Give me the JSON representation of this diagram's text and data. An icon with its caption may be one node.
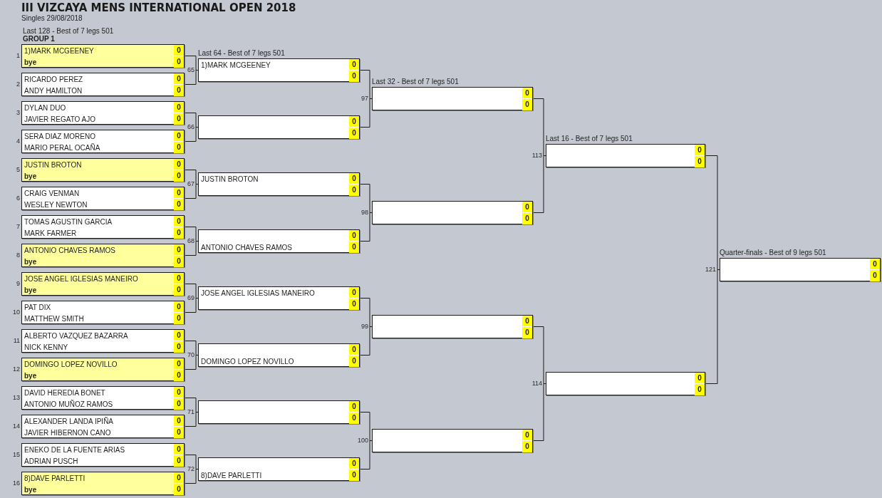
{
  "diagram": {
    "title": "III VIZCAYA MENS INTERNATIONAL OPEN 2018",
    "nodes": [
      {
        "text": [
          "1)MARK MCGEENEY",
          "0",
          "bye",
          "0"
        ],
        "beside": [
          "1"
        ]
      },
      {
        "text": [
          "RICARDO PEREZ",
          "0",
          "ANDY HAMILTON",
          "0"
        ],
        "beside": [
          "2"
        ]
      },
      {
        "text": [
          "DYLAN DUO",
          "0",
          "JAVIER REGATO AJO",
          "0"
        ],
        "beside": [
          "3"
        ]
      },
      {
        "text": [
          "SERA DIAZ MORENO",
          "0",
          "MARIO PERAL OCAÑA",
          "0"
        ],
        "beside": [
          "4"
        ]
      },
      {
        "text": [
          "JUSTIN BROTON",
          "0",
          "bye",
          "0"
        ],
        "beside": [
          "5"
        ]
      },
      {
        "text": [
          "CRAIG VENMAN",
          "0",
          "WESLEY NEWTON",
          "0"
        ],
        "beside": [
          "6"
        ]
      },
      {
        "text": [
          "TOMAS AGUSTIN GARCIA",
          "0",
          "MARK FARMER",
          "0"
        ],
        "beside": [
          "7"
        ]
      },
      {
        "text": [
          "ANTONIO CHAVES RAMOS",
          "0",
          "bye",
          "0"
        ],
        "beside": [
          "8"
        ]
      },
      {
        "text": [
          "JOSE ANGEL IGLESIAS MANEIRO",
          "0",
          "bye",
          "0"
        ],
        "beside": [
          "9"
        ]
      },
      {
        "text": [
          "PAT DIX",
          "0",
          "MATTHEW SMITH",
          "0"
        ],
        "beside": [
          "10"
        ]
      },
      {
        "text": [
          "ALBERTO VAZQUEZ BAZARRA",
          "0",
          "NICK KENNY",
          "0"
        ],
        "beside": [
          "11"
        ]
      },
      {
        "text": [
          "DOMINGO LOPEZ NOVILLO",
          "0",
          "bye",
          "0"
        ],
        "beside": [
          "12"
        ]
      },
      {
        "text": [
          "DAVID HEREDIA BONET",
          "0",
          "ANTONIO MUÑOZ RAMOS",
          "0"
        ],
        "beside": [
          "13"
        ]
      },
      {
        "text": [
          "ALEXANDER LANDA IPIÑA",
          "0",
          "JAVIER HIBERNON CANO",
          "0"
        ],
        "beside": [
          "14"
        ]
      },
      {
        "text": [
          "ENEKO DE LA FUENTE ARIAS",
          "0",
          "ADRIAN PUSCH",
          "0"
        ],
        "beside": [
          "15"
        ]
      },
      {
        "text": [
          "8)DAVE PARLETTI",
          "0",
          "bye",
          "0"
        ],
        "beside": [
          "16"
        ]
      },
      {
        "text": [
          "1)MARK MCGEENEY",
          "0",
          "0"
        ],
        "beside": [
          "65"
        ]
      },
      {
        "text": [
          "0",
          "0"
        ],
        "beside": [
          "66"
        ]
      },
      {
        "text": [
          "JUSTIN BROTON",
          "0",
          "0"
        ],
        "beside": [
          "67"
        ]
      },
      {
        "text": [
          "0",
          "ANTONIO CHAVES RAMOS",
          "0"
        ],
        "beside": [
          "68"
        ]
      },
      {
        "text": [
          "JOSE ANGEL IGLESIAS MANEIRO",
          "0",
          "0"
        ],
        "beside": [
          "69"
        ]
      },
      {
        "text": [
          "0",
          "DOMINGO LOPEZ NOVILLO",
          "0"
        ],
        "beside": [
          "70"
        ]
      },
      {
        "text": [
          "0",
          "0"
        ],
        "beside": [
          "71"
        ]
      },
      {
        "text": [
          "0",
          "8)DAVE PARLETTI",
          "0"
        ],
        "beside": [
          "72"
        ]
      },
      {
        "text": [
          "0",
          "0"
        ],
        "beside": [
          "97"
        ]
      },
      {
        "text": [
          "0",
          "0"
        ],
        "beside": [
          "98"
        ]
      },
      {
        "text": [
          "0",
          "0"
        ],
        "beside": [
          "99"
        ]
      },
      {
        "text": [
          "0",
          "0"
        ],
        "beside": [
          "100"
        ]
      },
      {
        "text": [
          "0",
          "0"
        ],
        "beside": [
          "113"
        ]
      },
      {
        "text": [
          "0",
          "0"
        ],
        "beside": [
          "114"
        ]
      },
      {
        "text": [
          "0",
          "0"
        ],
        "beside": [
          "121"
        ]
      }
    ],
    "edges": [
      {
        "from": 0,
        "to": 16,
        "arrow": "none"
      },
      {
        "from": 1,
        "to": 16,
        "arrow": "none"
      },
      {
        "from": 2,
        "to": 17,
        "arrow": "none"
      },
      {
        "from": 3,
        "to": 17,
        "arrow": "none"
      },
      {
        "from": 4,
        "to": 18,
        "arrow": "none"
      },
      {
        "from": 5,
        "to": 18,
        "arrow": "none"
      },
      {
        "from": 6,
        "to": 19,
        "arrow": "none"
      },
      {
        "from": 7,
        "to": 19,
        "arrow": "none"
      },
      {
        "from": 8,
        "to": 20,
        "arrow": "none"
      },
      {
        "from": 9,
        "to": 20,
        "arrow": "none"
      },
      {
        "from": 10,
        "to": 21,
        "arrow": "none"
      },
      {
        "from": 11,
        "to": 21,
        "arrow": "none"
      },
      {
        "from": 12,
        "to": 22,
        "arrow": "none"
      },
      {
        "from": 13,
        "to": 22,
        "arrow": "none"
      },
      {
        "from": 14,
        "to": 23,
        "arrow": "none"
      },
      {
        "from": 15,
        "to": 23,
        "arrow": "none"
      },
      {
        "from": 16,
        "to": 24,
        "arrow": "none"
      },
      {
        "from": 17,
        "to": 24,
        "arrow": "none"
      },
      {
        "from": 18,
        "to": 25,
        "arrow": "none"
      },
      {
        "from": 19,
        "to": 25,
        "arrow": "none"
      },
      {
        "from": 20,
        "to": 26,
        "arrow": "none"
      },
      {
        "from": 21,
        "to": 26,
        "arrow": "none"
      },
      {
        "from": 22,
        "to": 27,
        "arrow": "none"
      },
      {
        "from": 23,
        "to": 27,
        "arrow": "none"
      },
      {
        "from": 24,
        "to": 28,
        "arrow": "none"
      },
      {
        "from": 25,
        "to": 28,
        "arrow": "none"
      },
      {
        "from": 26,
        "to": 29,
        "arrow": "none"
      },
      {
        "from": 27,
        "to": 29,
        "arrow": "none"
      },
      {
        "from": 28,
        "to": 30,
        "arrow": "none"
      },
      {
        "from": 29,
        "to": 30,
        "arrow": "none"
      }
    ],
    "labels": [
      "Singles 29/08/2018",
      "Last 128 - Best of 7 legs 501",
      "GROUP 1",
      "Last 64 - Best of 7 legs 501",
      "Last 32 - Best of 7 legs 501",
      "Last 16 - Best of 7 legs 501",
      "Quarter-finals - Best of 9 legs 501"
    ]
  }
}
